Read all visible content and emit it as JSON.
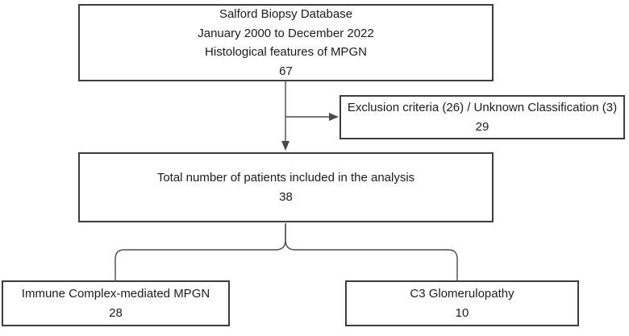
{
  "theme": {
    "border_color": "#3d3d3d",
    "line_color": "#4a4a4a",
    "text_color": "#1c1c1c",
    "bg_color": "#ffffff"
  },
  "diagram": {
    "type": "study-flowchart",
    "boxes": {
      "source": {
        "lines": [
          "Salford Biopsy Database",
          "January 2000 to December 2022",
          "Histological features of MPGN",
          "67"
        ]
      },
      "exclusion": {
        "lines": [
          "Exclusion criteria (26) / Unknown Classification (3)",
          "29"
        ]
      },
      "included": {
        "lines": [
          "Total number of patients included in the analysis",
          "38"
        ]
      },
      "ic_mpgn": {
        "lines": [
          "Immune Complex-mediated MPGN",
          "28"
        ]
      },
      "c3g": {
        "lines": [
          "C3 Glomerulopathy",
          "10"
        ]
      }
    },
    "edges": [
      "source -> included (down arrow)",
      "source -> exclusion (right arrow branch)",
      "included -> ic_mpgn (curved split)",
      "included -> c3g (curved split)"
    ]
  }
}
